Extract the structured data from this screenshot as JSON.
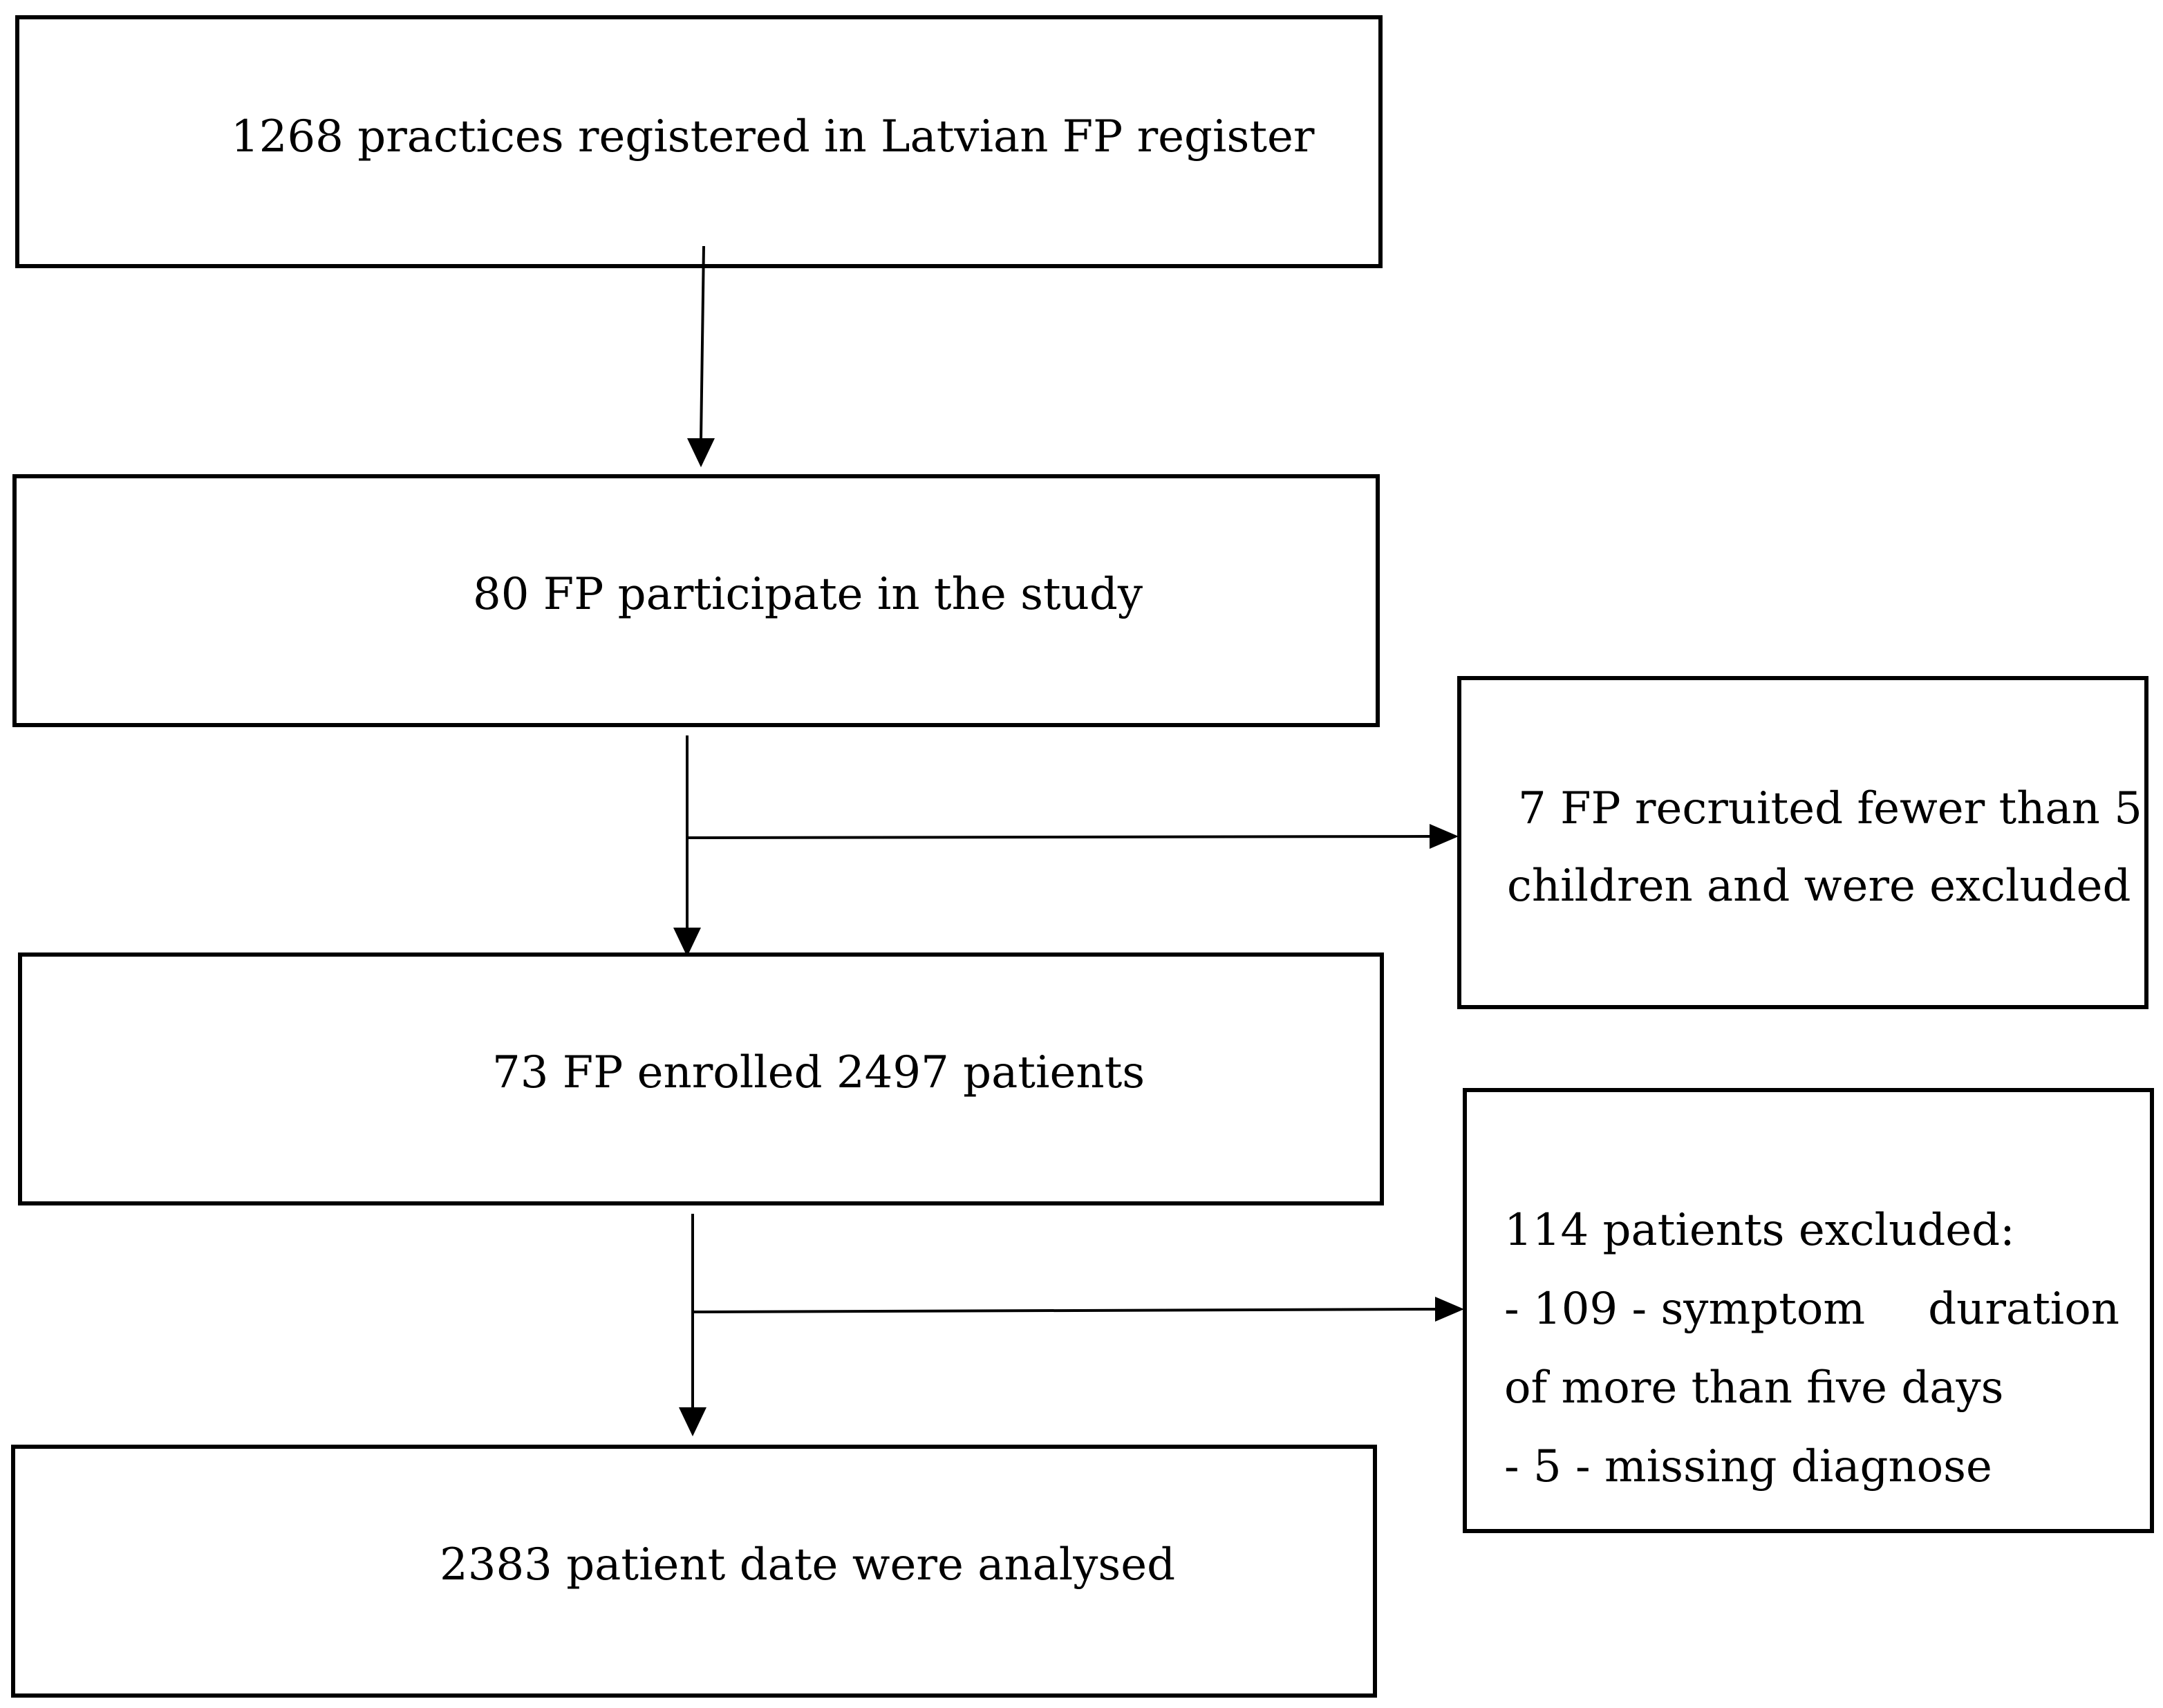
{
  "boxes": {
    "register": {
      "text": "1268 practices registered in Latvian FP register"
    },
    "participate": {
      "text": "80 FP participate in the study"
    },
    "enrolled": {
      "text": "73 FP enrolled 2497 patients"
    },
    "analysed": {
      "text": "2383 patient date were analysed"
    }
  },
  "exclusions": {
    "fp_excluded": {
      "line1": "7 FP recruited fewer than 5",
      "line2": "children and were excluded"
    },
    "patients_excluded": {
      "header": "114 patients excluded:",
      "item1_a": "- 109 - symptom",
      "item1_b": "duration",
      "item1_c": "of more than five days",
      "item2": "- 5 - missing diagnose"
    }
  },
  "colors": {
    "stroke": "#000000",
    "background": "#ffffff"
  }
}
